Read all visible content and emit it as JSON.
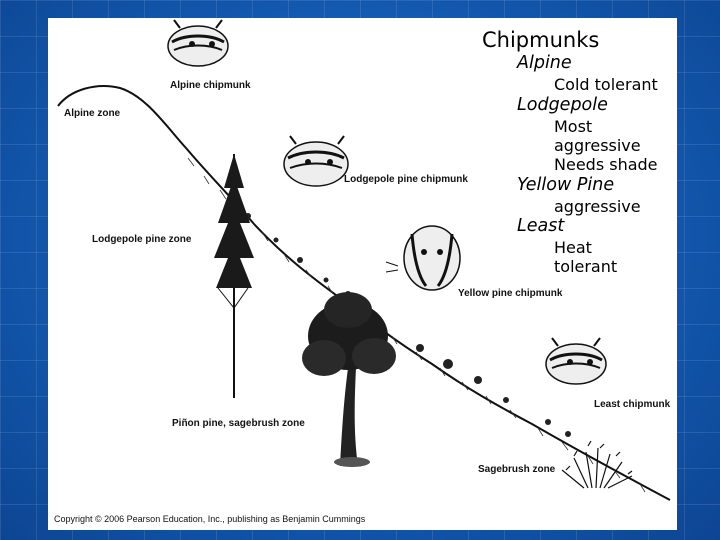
{
  "slide": {
    "title": "Chipmunks",
    "species": [
      {
        "name": "Alpine",
        "details": [
          "Cold tolerant"
        ]
      },
      {
        "name": "Lodgepole",
        "details": [
          "Most",
          "aggressive",
          "Needs shade"
        ]
      },
      {
        "name": "Yellow Pine",
        "details": [
          "aggressive"
        ]
      },
      {
        "name": "Least",
        "details": [
          "Heat",
          "tolerant"
        ]
      }
    ]
  },
  "figure": {
    "labels": {
      "alpine_chipmunk": "Alpine chipmunk",
      "alpine_zone": "Alpine zone",
      "lodgepole_pine_chipmunk": "Lodgepole pine chipmunk",
      "lodgepole_pine_zone": "Lodgepole pine zone",
      "yellow_pine_chipmunk": "Yellow pine chipmunk",
      "least_chipmunk": "Least chipmunk",
      "pinon_sagebrush_zone": "Piñon pine, sagebrush zone",
      "sagebrush_zone": "Sagebrush zone"
    },
    "copyright": "Copyright © 2006 Pearson Education, Inc., publishing as Benjamin Cummings"
  },
  "colors": {
    "background": "#1460b8",
    "slide": "#ffffff",
    "ink": "#111111"
  },
  "icons": [
    "chipmunk-head-icon",
    "conifer-tree-icon",
    "pinon-tree-icon",
    "sagebrush-icon"
  ]
}
